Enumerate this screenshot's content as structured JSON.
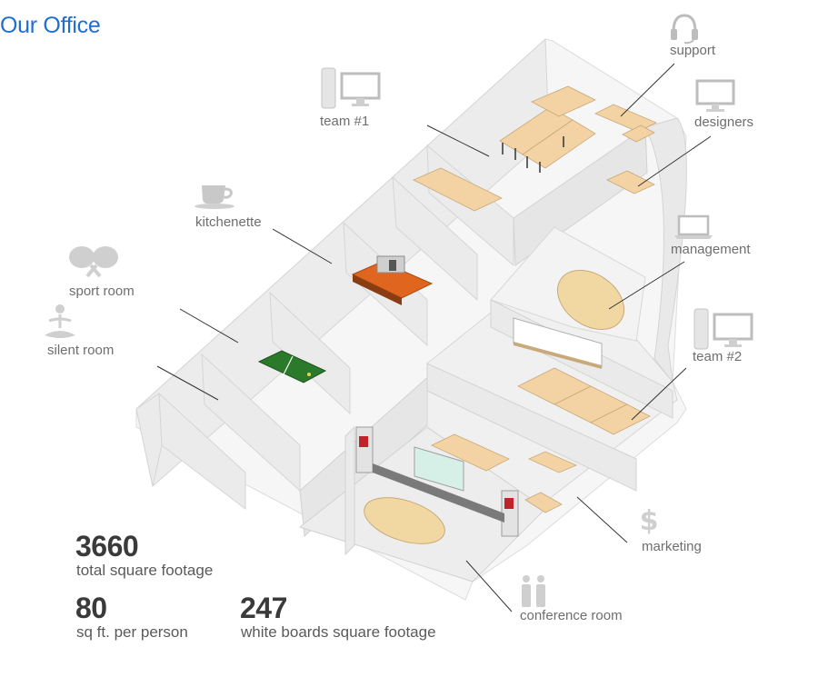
{
  "title": "Our Office",
  "rooms": {
    "support": "support",
    "team1": "team #1",
    "designers": "designers",
    "kitchenette": "kitchenette",
    "management": "management",
    "sport": "sport room",
    "silent": "silent room",
    "team2": "team #2",
    "marketing": "marketing",
    "conference": "conference room"
  },
  "stats": {
    "total": {
      "value": "3660",
      "label": "total square footage"
    },
    "per_person": {
      "value": "80",
      "label": "sq ft. per person"
    },
    "whiteboards": {
      "value": "247",
      "label": "white boards square footage"
    }
  },
  "icons": {
    "support": "headset-icon",
    "team1": "desktop-computer-icon",
    "designers": "monitor-icon",
    "kitchenette": "coffee-cup-icon",
    "management": "laptop-icon",
    "sport": "ping-pong-paddles-icon",
    "silent": "meditation-icon",
    "team2": "desktop-computer-icon",
    "marketing": "dollar-icon",
    "conference": "people-icon"
  },
  "colors": {
    "title": "#1f6fd1",
    "desk": "#f3d3a4",
    "floor": "#f1f1f1",
    "wall": "#e8e8e8",
    "ping_pong_table": "#2b7a2b",
    "counter": "#e0661f"
  }
}
